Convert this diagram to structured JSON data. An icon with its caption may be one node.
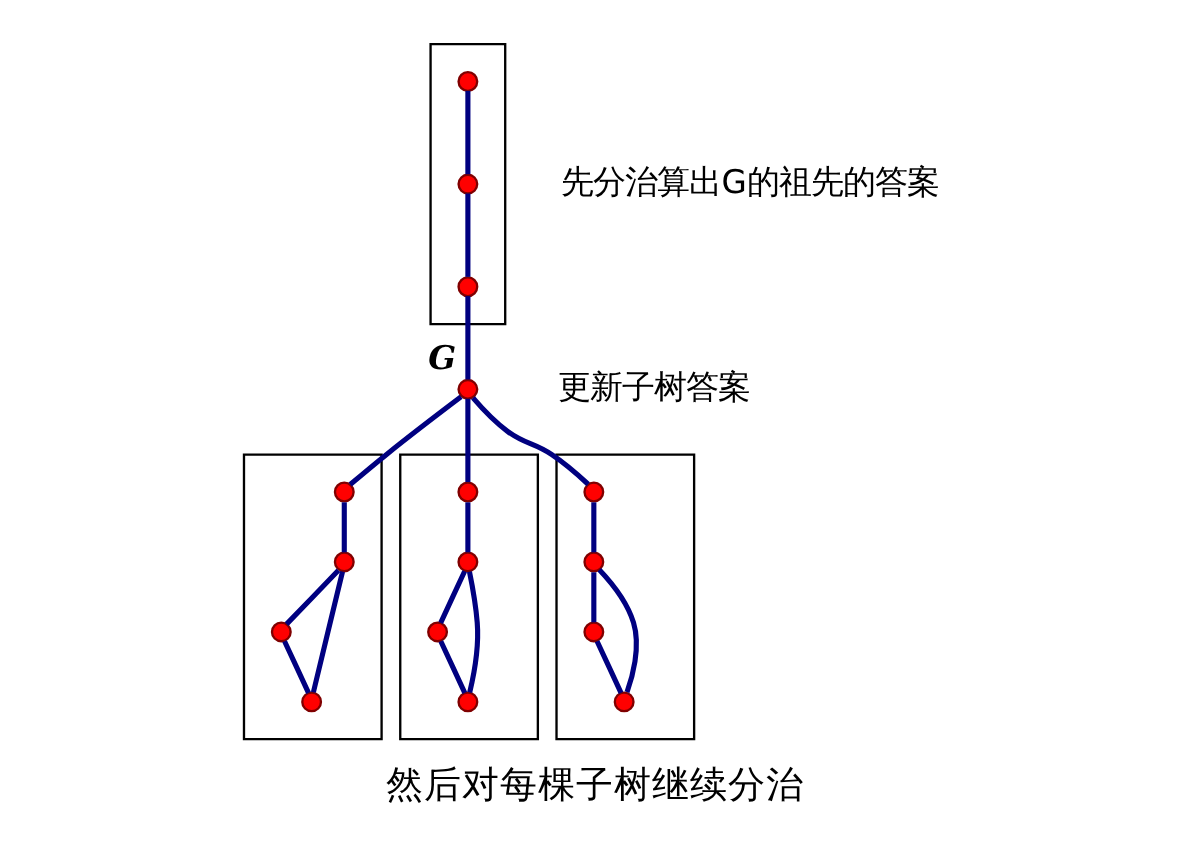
{
  "diagram": {
    "caption": "然后对每棵子树继续分治",
    "nodes": [
      {
        "text": [],
        "shape": "box"
      },
      {
        "text": [],
        "shape": "circle",
        "in": 0
      },
      {
        "text": [],
        "shape": "circle",
        "in": 0
      },
      {
        "text": [],
        "shape": "circle",
        "in": 0
      },
      {
        "text": [],
        "shape": "circle",
        "beside": [
          "G"
        ]
      },
      {
        "text": [],
        "shape": "box"
      },
      {
        "text": [],
        "shape": "circle",
        "in": 5
      },
      {
        "text": [],
        "shape": "circle",
        "in": 5
      },
      {
        "text": [],
        "shape": "circle",
        "in": 5
      },
      {
        "text": [],
        "shape": "circle",
        "in": 5
      },
      {
        "text": [],
        "shape": "box"
      },
      {
        "text": [],
        "shape": "circle",
        "in": 10
      },
      {
        "text": [],
        "shape": "circle",
        "in": 10
      },
      {
        "text": [],
        "shape": "circle",
        "in": 10
      },
      {
        "text": [],
        "shape": "circle",
        "in": 10
      },
      {
        "text": [],
        "shape": "box"
      },
      {
        "text": [],
        "shape": "circle",
        "in": 15
      },
      {
        "text": [],
        "shape": "circle",
        "in": 15
      },
      {
        "text": [],
        "shape": "circle",
        "in": 15
      },
      {
        "text": [],
        "shape": "circle",
        "in": 15
      }
    ],
    "edges": [
      {
        "from": 1,
        "to": 2,
        "arrow": "none"
      },
      {
        "from": 2,
        "to": 3,
        "arrow": "none"
      },
      {
        "from": 3,
        "to": 4,
        "arrow": "none"
      },
      {
        "from": 4,
        "to": 6,
        "arrow": "none"
      },
      {
        "from": 6,
        "to": 7,
        "arrow": "none"
      },
      {
        "from": 7,
        "to": 8,
        "arrow": "none"
      },
      {
        "from": 7,
        "to": 9,
        "arrow": "none"
      },
      {
        "from": 8,
        "to": 9,
        "arrow": "none"
      },
      {
        "from": 4,
        "to": 11,
        "arrow": "none"
      },
      {
        "from": 11,
        "to": 12,
        "arrow": "none"
      },
      {
        "from": 12,
        "to": 13,
        "arrow": "none"
      },
      {
        "from": 12,
        "to": 14,
        "arrow": "none"
      },
      {
        "from": 13,
        "to": 14,
        "arrow": "none"
      },
      {
        "from": 4,
        "to": 16,
        "arrow": "none"
      },
      {
        "from": 16,
        "to": 17,
        "arrow": "none"
      },
      {
        "from": 17,
        "to": 18,
        "arrow": "none"
      },
      {
        "from": 17,
        "to": 19,
        "arrow": "none"
      },
      {
        "from": 18,
        "to": 19,
        "arrow": "none"
      }
    ],
    "labels": [
      "先分治算出G的祖先的答案",
      "更新子树答案"
    ]
  }
}
